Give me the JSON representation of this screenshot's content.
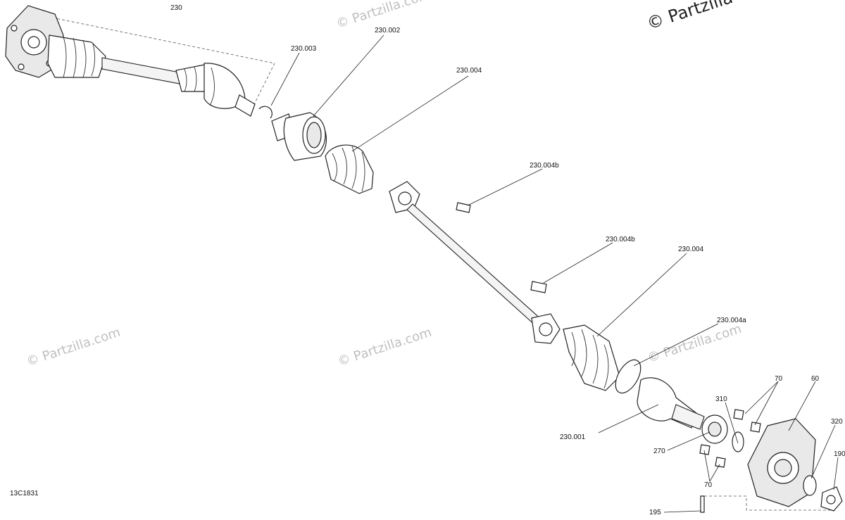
{
  "diagram_code": "13C1831",
  "watermarks": {
    "primary": "© Partzilla",
    "secondary": "© Partzilla.com"
  },
  "colors": {
    "line": "#222222",
    "watermark": "#bfbfbf",
    "background": "#ffffff"
  },
  "labels": {
    "l230": "230",
    "l230_003": "230.003",
    "l230_002": "230.002",
    "l230_004_top": "230.004",
    "l230_004b_top": "230.004b",
    "l230_004b_mid": "230.004b",
    "l230_004_mid": "230.004",
    "l230_004a": "230.004a",
    "l230_001": "230.001",
    "l310": "310",
    "l70_top": "70",
    "l60": "60",
    "l320": "320",
    "l190": "190",
    "l270": "270",
    "l70_bottom": "70",
    "l195": "195"
  }
}
